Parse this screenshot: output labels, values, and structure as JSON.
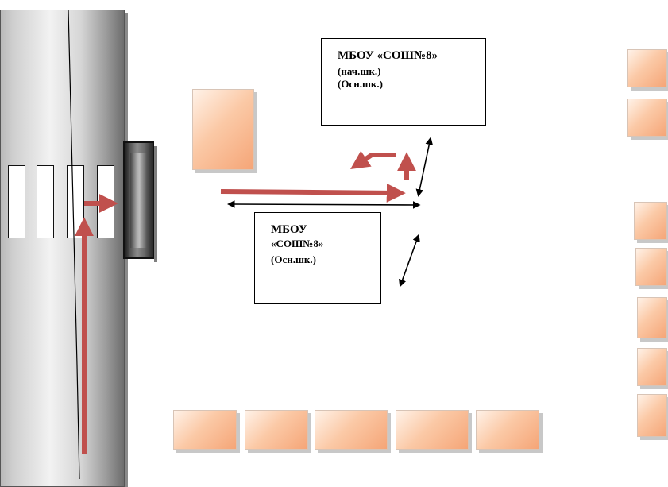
{
  "school_boxes": [
    {
      "line1": "МБОУ «СОШ№8»",
      "line2": "(нач.шк.)",
      "line3": "(Осн.шк.)"
    },
    {
      "line1": "МБОУ",
      "line2": "«СОШ№8»",
      "line3": "(Осн.шк.)"
    }
  ],
  "colors": {
    "route_arrow": "#c0504d",
    "traffic_arrow": "#000000",
    "building_fill": "#fbc9a6",
    "road": "#c8c8c8"
  }
}
